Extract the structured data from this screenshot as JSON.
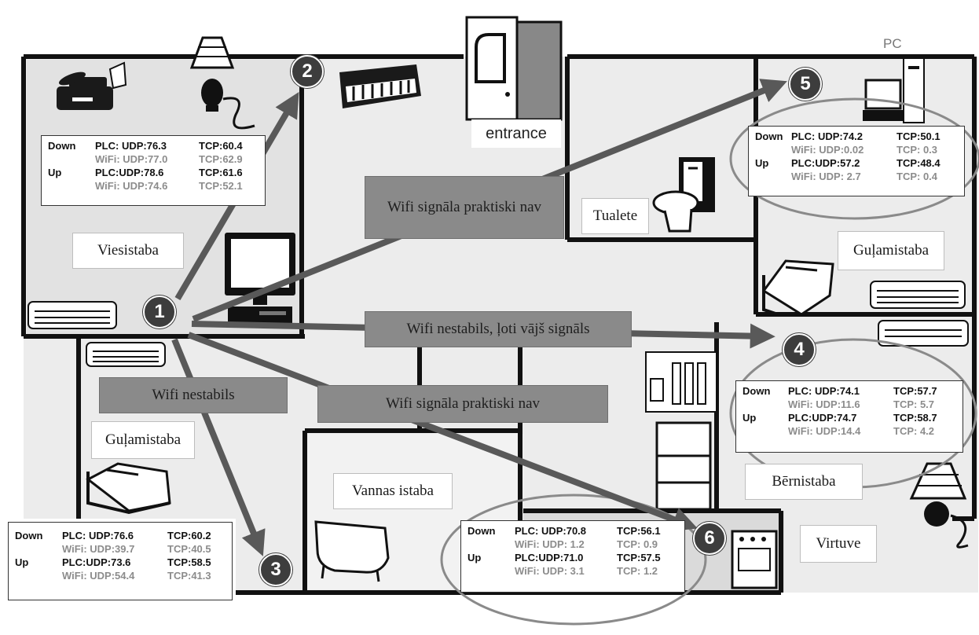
{
  "rooms": {
    "viesistaba": "Viesistaba",
    "gulamistaba_left": "Guļamistaba",
    "gulamistaba_right": "Guļamistaba",
    "vannas_istaba": "Vannas istaba",
    "tualete": "Tualete",
    "bernistaba": "Bērnistaba",
    "virtuve": "Virtuve",
    "entrance": "entrance"
  },
  "device_labels": {
    "pc": "PC"
  },
  "banners": {
    "b1": "Wifi signāla praktiski nav",
    "b2": "Wifi nestabils, ļoti vājš signāls",
    "b3": "Wifi nestabils",
    "b4": "Wifi signāla praktiski nav"
  },
  "nodes": {
    "n1": "1",
    "n2": "2",
    "n3": "3",
    "n4": "4",
    "n5": "5",
    "n6": "6"
  },
  "stats": {
    "p2": [
      {
        "dir": "Down",
        "a": "PLC: UDP:76.3",
        "b": "TCP:60.4"
      },
      {
        "dir": "",
        "a": "WiFi: UDP:77.0",
        "b": "TCP:62.9"
      },
      {
        "dir": "Up",
        "a": "PLC:UDP:78.6",
        "b": "TCP:61.6"
      },
      {
        "dir": "",
        "a": "WiFi: UDP:74.6",
        "b": "TCP:52.1"
      }
    ],
    "p5": [
      {
        "dir": "Down",
        "a": "PLC: UDP:74.2",
        "b": "TCP:50.1"
      },
      {
        "dir": "",
        "a": "WiFi: UDP:0.02",
        "b": "TCP: 0.3"
      },
      {
        "dir": "Up",
        "a": "PLC:UDP:57.2",
        "b": "TCP:48.4"
      },
      {
        "dir": "",
        "a": "WiFi: UDP: 2.7",
        "b": "TCP:  0.4"
      }
    ],
    "p4": [
      {
        "dir": "Down",
        "a": "PLC: UDP:74.1",
        "b": "TCP:57.7"
      },
      {
        "dir": "",
        "a": "WiFi: UDP:11.6",
        "b": "TCP:  5.7"
      },
      {
        "dir": "Up",
        "a": "PLC:UDP:74.7",
        "b": "TCP:58.7"
      },
      {
        "dir": "",
        "a": "WiFi: UDP:14.4",
        "b": "TCP:  4.2"
      }
    ],
    "p3": [
      {
        "dir": "Down",
        "a": "PLC: UDP:76.6",
        "b": "TCP:60.2"
      },
      {
        "dir": "",
        "a": "WiFi: UDP:39.7",
        "b": "TCP:40.5"
      },
      {
        "dir": "Up",
        "a": "PLC:UDP:73.6",
        "b": "TCP:58.5"
      },
      {
        "dir": "",
        "a": "WiFi: UDP:54.4",
        "b": "TCP:41.3"
      }
    ],
    "p6": [
      {
        "dir": "Down",
        "a": "PLC: UDP:70.8",
        "b": "TCP:56.1"
      },
      {
        "dir": "",
        "a": "WiFi: UDP: 1.2",
        "b": "TCP:  0.9"
      },
      {
        "dir": "Up",
        "a": "PLC:UDP:71.0",
        "b": "TCP:57.5"
      },
      {
        "dir": "",
        "a": "WiFi: UDP: 3.1",
        "b": "TCP:   1.2"
      }
    ]
  },
  "icons": [
    "fax-icon",
    "lamp-icon",
    "keyboard-icon",
    "door-icon",
    "toilet-icon",
    "pc-icon",
    "bed-icon",
    "air-conditioner-icon",
    "monitor-icon",
    "bathtub-icon",
    "fridge-icon",
    "electric-panel-icon",
    "stove-icon"
  ],
  "colors": {
    "wall": "#111111",
    "floor": "#ececec",
    "arrow": "#595959",
    "banner": "#8a8a8a",
    "ellipse": "#8a8a8a",
    "node": "#3d3d3d"
  }
}
